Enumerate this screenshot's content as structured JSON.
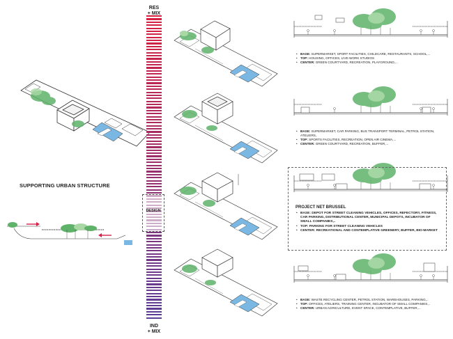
{
  "scale": {
    "top_label_line1": "RES",
    "top_label_line2": "+ MIX",
    "bottom_label_line1": "IND",
    "bottom_label_line2": "+ MIX",
    "design_label": "DESIGN",
    "bar_count": 100,
    "color_top": "#d8203f",
    "color_bottom": "#5a3d97"
  },
  "left": {
    "title": "SUPPORTING URBAN STRUCTURE"
  },
  "scenarios": [
    {
      "bullets": [
        {
          "label": "BASE:",
          "text": "SUPERMARKET, SPORT FACILITIES, CHILDCARE, RESTAURANTS, SCHOOL,..."
        },
        {
          "label": "TOP:",
          "text": "HOUSING, OFFICES, LIVE-WORK STUDIOS"
        },
        {
          "label": "CENTER:",
          "text": "GREEN COURTYARD, RECREATION, PLAYGROUND,..."
        }
      ]
    },
    {
      "bullets": [
        {
          "label": "BASE:",
          "text": "SUPERMARKET, CAR PARKING, BUS TRANSPORT TERMINAL, PETROL STATION, ATELIERS,"
        },
        {
          "label": "TOP:",
          "text": "SPORTS FACILITIES, RECREATION, OPEN AIR CINEMA,..."
        },
        {
          "label": "CENTER:",
          "text": "GREEN COURTYARD, RECREATION, BUFFER,..."
        }
      ]
    },
    {
      "title_prefix": "PROJECT",
      "title_name": "NET BRUSSEL",
      "bullets": [
        {
          "label": "BASE:",
          "text": "DEPOT FOR STREET CLEANING VEHICLES, OFFICES, REFECTORY, FITNESS, CAR PARKING, DISTRIBUTIONAL CENTER, MUNICIPAL DEPOTS, INCUBATOR OF SMALL COMPANIES,.."
        },
        {
          "label": "TOP:",
          "text": "PARKING FOR STREET CLEANING VEHICLES"
        },
        {
          "label": "CENTER:",
          "text": "RECREATIONAL AND CONTEMPLATIVE GREENERY, BUFFER, BIO-MARKET"
        }
      ]
    },
    {
      "bullets": [
        {
          "label": "BASE:",
          "text": "WASTE RECYCLING CENTER, PETROL STATION, WAREHOUSES, PARKING,.."
        },
        {
          "label": "TOP:",
          "text": "OFFICES, ATELIERS, TRAINING CENTER, INCUBATOR OF SMALL COMPANIES,.."
        },
        {
          "label": "CENTER:",
          "text": "URBAN AGRICULTURE, EVENT SPACE, CONTEMPLATIVE, BUFFER,..."
        }
      ]
    }
  ],
  "colors": {
    "green": "#5fb26a",
    "green_light": "#a9d8a5",
    "water": "#7ab7e3",
    "ink": "#333333",
    "arrow": "#d6204a",
    "frame": "#666666"
  }
}
